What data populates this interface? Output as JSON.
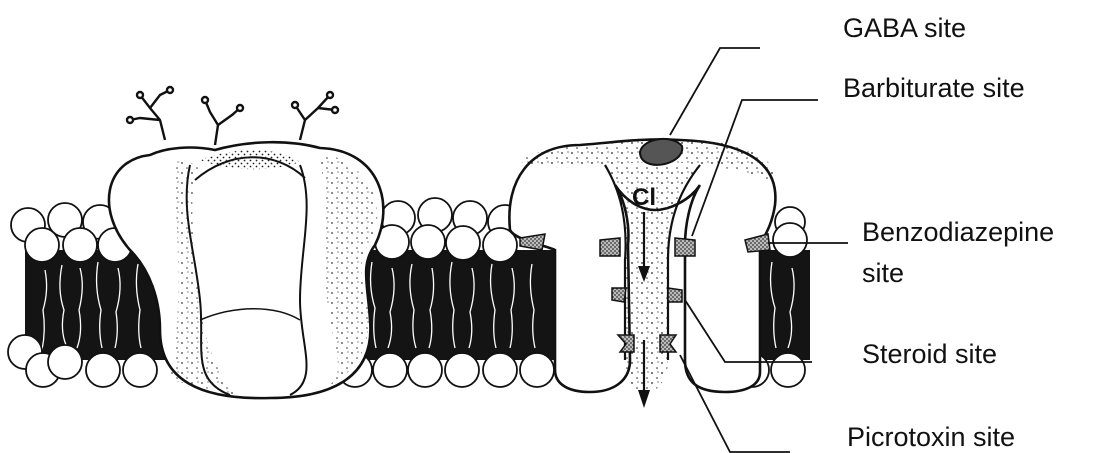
{
  "labels": {
    "gaba": "GABA site",
    "barbiturate": "Barbiturate site",
    "benzodiazepine_line1": "Benzodiazepine",
    "benzodiazepine_line2": "site",
    "steroid": "Steroid site",
    "picrotoxin": "Picrotoxin site"
  },
  "ion": "Cl",
  "colors": {
    "ink": "#111111",
    "membrane": "#141414",
    "paper": "#ffffff"
  }
}
